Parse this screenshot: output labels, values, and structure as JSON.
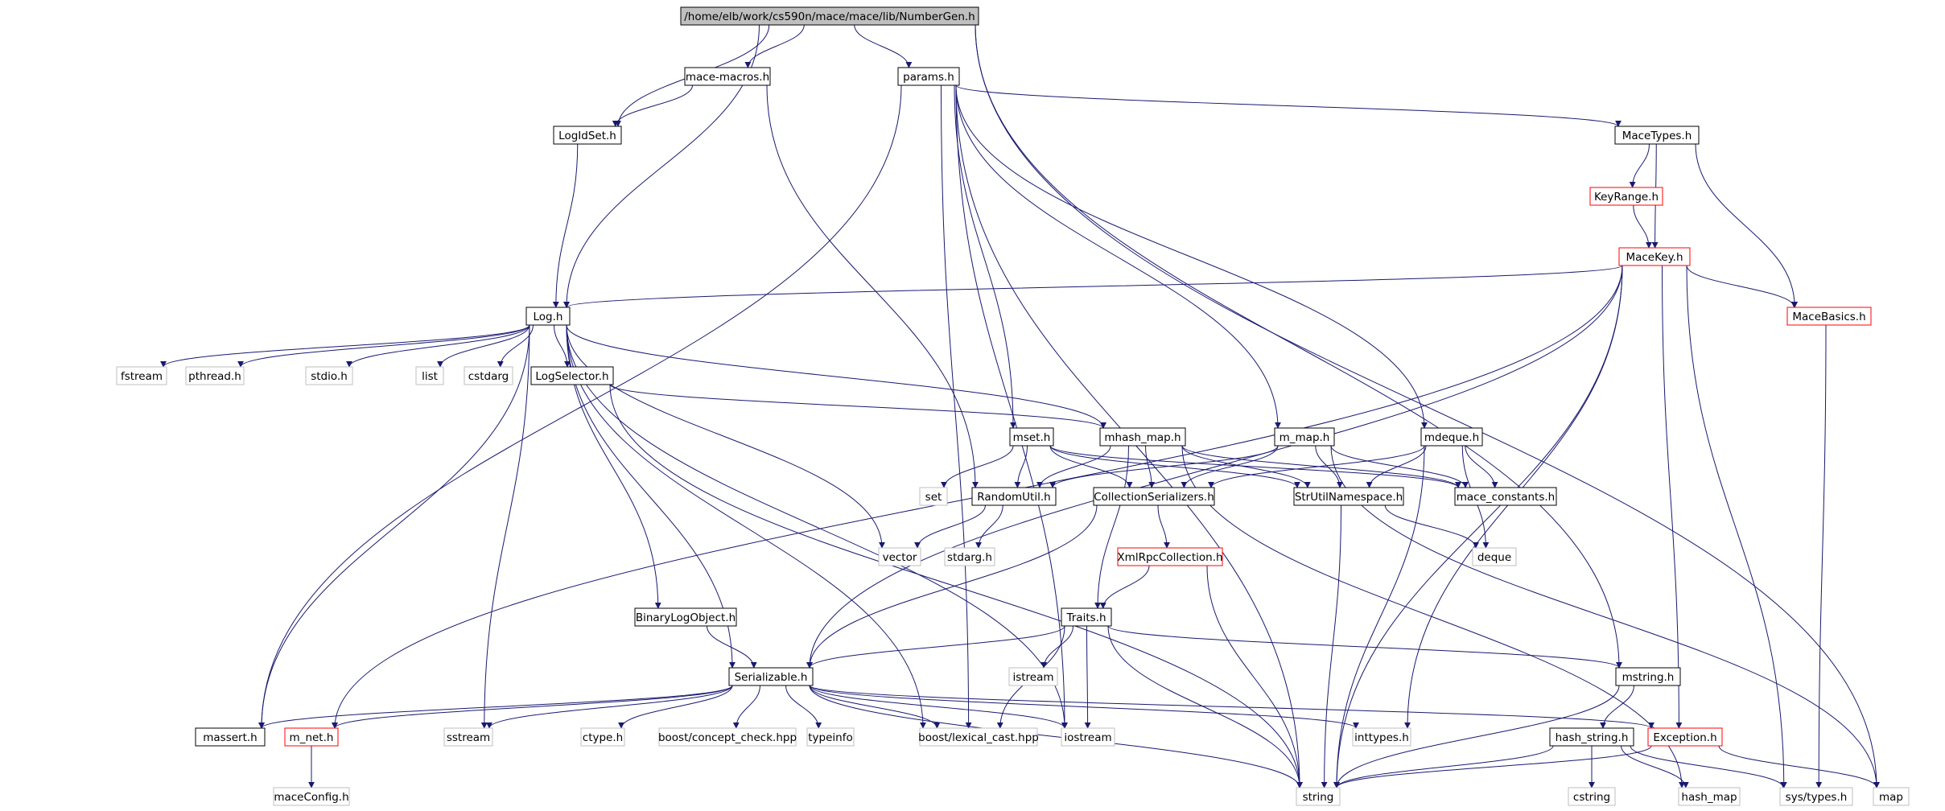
{
  "colors": {
    "edge": "#191970",
    "border_normal": "#000000",
    "border_truncated": "#ff0000",
    "border_external": "#bfbfbf",
    "root_fill": "#bfbfbf",
    "node_fill": "#ffffff"
  },
  "nodes": [
    {
      "id": "root",
      "label": "/home/elb/work/cs590n/mace/mace/lib/NumberGen.h",
      "style": "root"
    },
    {
      "id": "macemacros",
      "label": "mace-macros.h",
      "style": "normal"
    },
    {
      "id": "params",
      "label": "params.h",
      "style": "normal"
    },
    {
      "id": "logidset",
      "label": "LogIdSet.h",
      "style": "normal"
    },
    {
      "id": "macetypes",
      "label": "MaceTypes.h",
      "style": "normal"
    },
    {
      "id": "keyrange",
      "label": "KeyRange.h",
      "style": "truncated"
    },
    {
      "id": "macekey",
      "label": "MaceKey.h",
      "style": "truncated"
    },
    {
      "id": "macebasics",
      "label": "MaceBasics.h",
      "style": "truncated"
    },
    {
      "id": "log",
      "label": "Log.h",
      "style": "normal"
    },
    {
      "id": "fstream",
      "label": "fstream",
      "style": "external"
    },
    {
      "id": "pthread",
      "label": "pthread.h",
      "style": "external"
    },
    {
      "id": "stdio",
      "label": "stdio.h",
      "style": "external"
    },
    {
      "id": "list",
      "label": "list",
      "style": "external"
    },
    {
      "id": "cstdarg",
      "label": "cstdarg",
      "style": "external"
    },
    {
      "id": "logselector",
      "label": "LogSelector.h",
      "style": "normal"
    },
    {
      "id": "mset",
      "label": "mset.h",
      "style": "normal"
    },
    {
      "id": "mhashmap",
      "label": "mhash_map.h",
      "style": "normal"
    },
    {
      "id": "mmap",
      "label": "m_map.h",
      "style": "normal"
    },
    {
      "id": "mdeque",
      "label": "mdeque.h",
      "style": "normal"
    },
    {
      "id": "set",
      "label": "set",
      "style": "external"
    },
    {
      "id": "randomutil",
      "label": "RandomUtil.h",
      "style": "normal"
    },
    {
      "id": "collser",
      "label": "CollectionSerializers.h",
      "style": "normal"
    },
    {
      "id": "strutil",
      "label": "StrUtilNamespace.h",
      "style": "normal"
    },
    {
      "id": "maceconst",
      "label": "mace_constants.h",
      "style": "normal"
    },
    {
      "id": "vector",
      "label": "vector",
      "style": "external"
    },
    {
      "id": "stdargh",
      "label": "stdarg.h",
      "style": "external"
    },
    {
      "id": "deque",
      "label": "deque",
      "style": "external"
    },
    {
      "id": "xmlrpc",
      "label": "XmlRpcCollection.h",
      "style": "truncated"
    },
    {
      "id": "binlog",
      "label": "BinaryLogObject.h",
      "style": "normal"
    },
    {
      "id": "traits",
      "label": "Traits.h",
      "style": "normal"
    },
    {
      "id": "istream",
      "label": "istream",
      "style": "external"
    },
    {
      "id": "serializable",
      "label": "Serializable.h",
      "style": "normal"
    },
    {
      "id": "mstring",
      "label": "mstring.h",
      "style": "normal"
    },
    {
      "id": "massert",
      "label": "massert.h",
      "style": "normal"
    },
    {
      "id": "mnet",
      "label": "m_net.h",
      "style": "truncated"
    },
    {
      "id": "sstream",
      "label": "sstream",
      "style": "external"
    },
    {
      "id": "ctype",
      "label": "ctype.h",
      "style": "external"
    },
    {
      "id": "conceptcheck",
      "label": "boost/concept_check.hpp",
      "style": "external"
    },
    {
      "id": "typeinfo",
      "label": "typeinfo",
      "style": "external"
    },
    {
      "id": "lexicalcast",
      "label": "boost/lexical_cast.hpp",
      "style": "external"
    },
    {
      "id": "iostream",
      "label": "iostream",
      "style": "external"
    },
    {
      "id": "inttypes",
      "label": "inttypes.h",
      "style": "external"
    },
    {
      "id": "hashstring",
      "label": "hash_string.h",
      "style": "normal"
    },
    {
      "id": "exception",
      "label": "Exception.h",
      "style": "truncated"
    },
    {
      "id": "maceconfig",
      "label": "maceConfig.h",
      "style": "external"
    },
    {
      "id": "string",
      "label": "string",
      "style": "external"
    },
    {
      "id": "cstring",
      "label": "cstring",
      "style": "external"
    },
    {
      "id": "hashmap",
      "label": "hash_map",
      "style": "external"
    },
    {
      "id": "systypes",
      "label": "sys/types.h",
      "style": "external"
    },
    {
      "id": "map",
      "label": "map",
      "style": "external"
    }
  ],
  "edges": [
    [
      "root",
      "macemacros"
    ],
    [
      "root",
      "params"
    ],
    [
      "root",
      "logidset"
    ],
    [
      "root",
      "log"
    ],
    [
      "root",
      "mstring"
    ],
    [
      "root",
      "map"
    ],
    [
      "macemacros",
      "logidset"
    ],
    [
      "macemacros",
      "randomutil"
    ],
    [
      "logidset",
      "log"
    ],
    [
      "params",
      "macetypes"
    ],
    [
      "params",
      "mset"
    ],
    [
      "params",
      "mmap"
    ],
    [
      "params",
      "mdeque"
    ],
    [
      "params",
      "massert"
    ],
    [
      "params",
      "string"
    ],
    [
      "params",
      "iostream"
    ],
    [
      "params",
      "lexicalcast"
    ],
    [
      "macetypes",
      "keyrange"
    ],
    [
      "macetypes",
      "macekey"
    ],
    [
      "macetypes",
      "macebasics"
    ],
    [
      "keyrange",
      "macekey"
    ],
    [
      "macekey",
      "log"
    ],
    [
      "macekey",
      "macebasics"
    ],
    [
      "macekey",
      "serializable"
    ],
    [
      "macekey",
      "mnet"
    ],
    [
      "macekey",
      "inttypes"
    ],
    [
      "macekey",
      "string"
    ],
    [
      "macekey",
      "exception"
    ],
    [
      "macekey",
      "systypes"
    ],
    [
      "macebasics",
      "systypes"
    ],
    [
      "log",
      "fstream"
    ],
    [
      "log",
      "pthread"
    ],
    [
      "log",
      "stdio"
    ],
    [
      "log",
      "list"
    ],
    [
      "log",
      "cstdarg"
    ],
    [
      "log",
      "logselector"
    ],
    [
      "log",
      "mhashmap"
    ],
    [
      "log",
      "massert"
    ],
    [
      "log",
      "sstream"
    ],
    [
      "log",
      "vector"
    ],
    [
      "log",
      "binlog"
    ],
    [
      "log",
      "serializable"
    ],
    [
      "log",
      "iostream"
    ],
    [
      "log",
      "lexicalcast"
    ],
    [
      "logselector",
      "mhashmap"
    ],
    [
      "logselector",
      "string"
    ],
    [
      "mset",
      "set"
    ],
    [
      "mset",
      "randomutil"
    ],
    [
      "mset",
      "collser"
    ],
    [
      "mset",
      "strutil"
    ],
    [
      "mset",
      "maceconst"
    ],
    [
      "mhashmap",
      "randomutil"
    ],
    [
      "mhashmap",
      "collser"
    ],
    [
      "mhashmap",
      "strutil"
    ],
    [
      "mhashmap",
      "maceconst"
    ],
    [
      "mhashmap",
      "traits"
    ],
    [
      "mhashmap",
      "hashmap"
    ],
    [
      "mmap",
      "randomutil"
    ],
    [
      "mmap",
      "collser"
    ],
    [
      "mmap",
      "strutil"
    ],
    [
      "mmap",
      "maceconst"
    ],
    [
      "mmap",
      "map"
    ],
    [
      "mdeque",
      "collser"
    ],
    [
      "mdeque",
      "strutil"
    ],
    [
      "mdeque",
      "maceconst"
    ],
    [
      "mdeque",
      "deque"
    ],
    [
      "mdeque",
      "string"
    ],
    [
      "randomutil",
      "vector"
    ],
    [
      "randomutil",
      "stdargh"
    ],
    [
      "collser",
      "xmlrpc"
    ],
    [
      "collser",
      "serializable"
    ],
    [
      "strutil",
      "string"
    ],
    [
      "strutil",
      "deque"
    ],
    [
      "xmlrpc",
      "traits"
    ],
    [
      "xmlrpc",
      "string"
    ],
    [
      "binlog",
      "serializable"
    ],
    [
      "traits",
      "serializable"
    ],
    [
      "traits",
      "istream"
    ],
    [
      "traits",
      "lexicalcast"
    ],
    [
      "traits",
      "iostream"
    ],
    [
      "traits",
      "mstring"
    ],
    [
      "traits",
      "string"
    ],
    [
      "serializable",
      "massert"
    ],
    [
      "serializable",
      "mnet"
    ],
    [
      "serializable",
      "sstream"
    ],
    [
      "serializable",
      "ctype"
    ],
    [
      "serializable",
      "conceptcheck"
    ],
    [
      "serializable",
      "typeinfo"
    ],
    [
      "serializable",
      "lexicalcast"
    ],
    [
      "serializable",
      "iostream"
    ],
    [
      "serializable",
      "inttypes"
    ],
    [
      "serializable",
      "exception"
    ],
    [
      "serializable",
      "string"
    ],
    [
      "mnet",
      "maceconfig"
    ],
    [
      "mstring",
      "string"
    ],
    [
      "mstring",
      "hashstring"
    ],
    [
      "hashstring",
      "cstring"
    ],
    [
      "hashstring",
      "hashmap"
    ],
    [
      "hashstring",
      "string"
    ],
    [
      "hashstring",
      "systypes"
    ],
    [
      "exception",
      "string"
    ],
    [
      "exception",
      "map"
    ]
  ]
}
